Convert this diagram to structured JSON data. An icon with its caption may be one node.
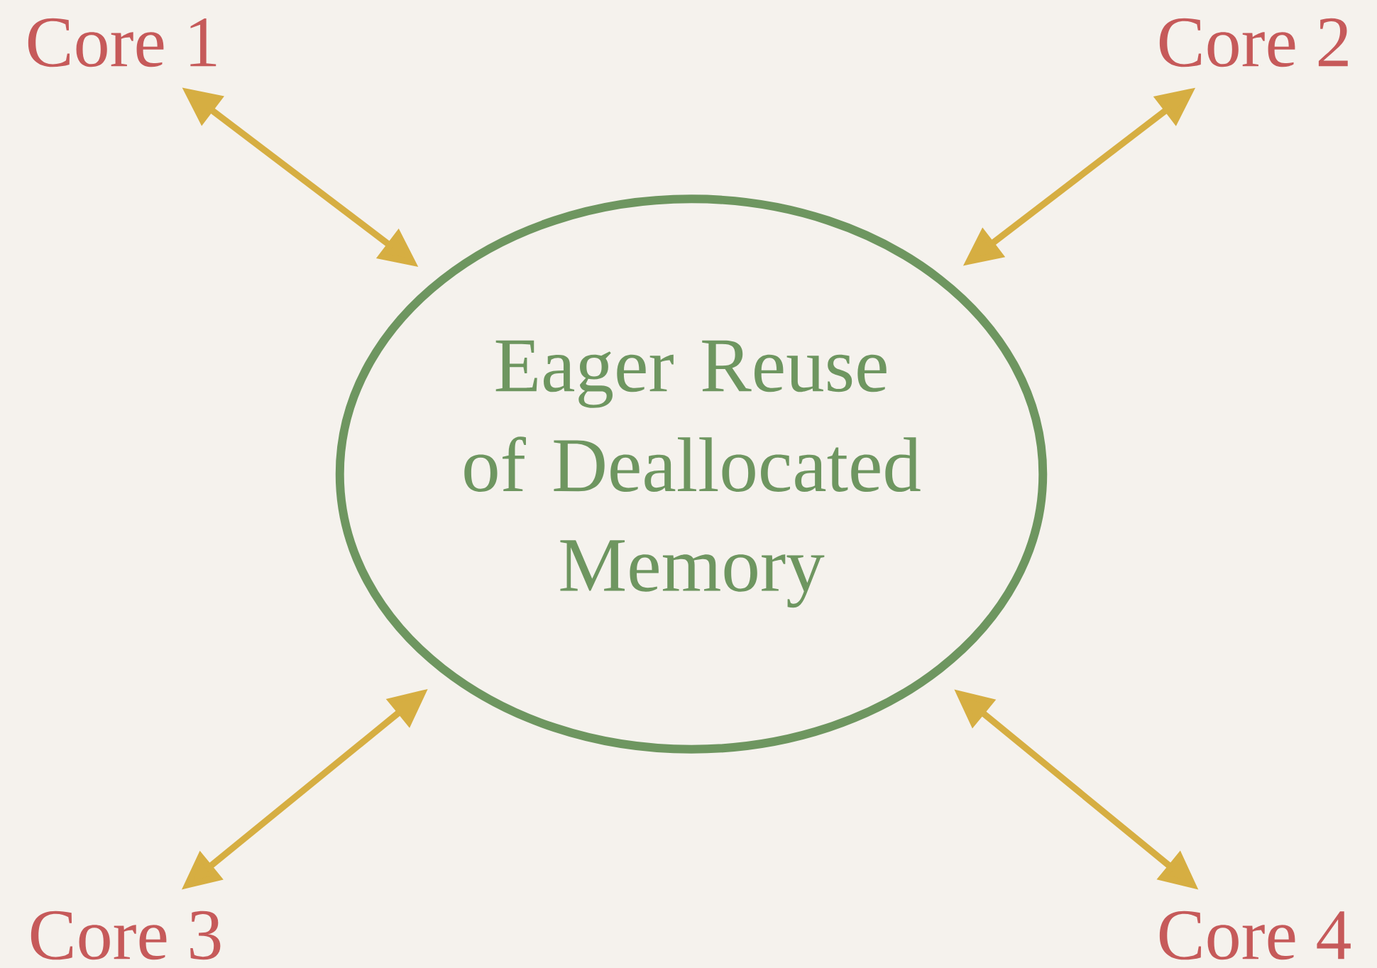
{
  "diagram": {
    "nodes": [
      {
        "text": [
          "Core 1"
        ]
      },
      {
        "text": [
          "Core 2"
        ]
      },
      {
        "text": [
          "Eager Reuse of Deallocated Memory"
        ]
      },
      {
        "text": [
          "Core 3"
        ]
      },
      {
        "text": [
          "Core 4"
        ]
      }
    ],
    "edges": [
      {
        "from": 0,
        "to": 2,
        "arrow": "both"
      },
      {
        "from": 1,
        "to": 2,
        "arrow": "both"
      },
      {
        "from": 3,
        "to": 2,
        "arrow": "both"
      },
      {
        "from": 4,
        "to": 2,
        "arrow": "both"
      }
    ]
  }
}
